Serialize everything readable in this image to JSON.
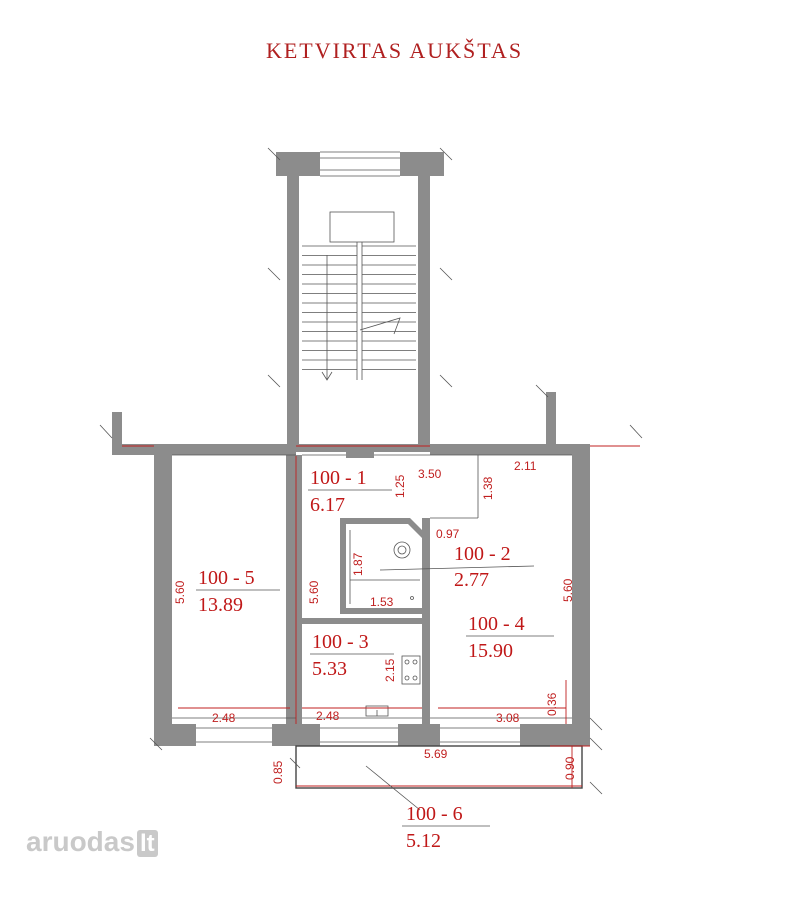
{
  "title": "KETVIRTAS  AUKŠTAS",
  "rooms": [
    {
      "id": "r1",
      "number": "100  - 1",
      "area": "6.17"
    },
    {
      "id": "r2",
      "number": "100  - 2",
      "area": "2.77"
    },
    {
      "id": "r3",
      "number": "100  - 3",
      "area": "5.33"
    },
    {
      "id": "r4",
      "number": "100  - 4",
      "area": "15.90"
    },
    {
      "id": "r5",
      "number": "100  - 5",
      "area": "13.89"
    },
    {
      "id": "r6",
      "number": "100  - 6",
      "area": "5.12"
    }
  ],
  "dimensions": [
    "1.25",
    "3.50",
    "1.38",
    "2.11",
    "0.97",
    "1.87",
    "1.53",
    "5.60",
    "5.60",
    "5.60",
    "2.15",
    "2.48",
    "2.48",
    "3.08",
    "0.36",
    "5.69",
    "0.85",
    "0.90"
  ],
  "watermark": {
    "brand": "aruodas",
    "tld": "lt"
  },
  "colors": {
    "accent": "#c01818",
    "wall": "#8c8c8c",
    "watermark": "#c9c9c9"
  }
}
